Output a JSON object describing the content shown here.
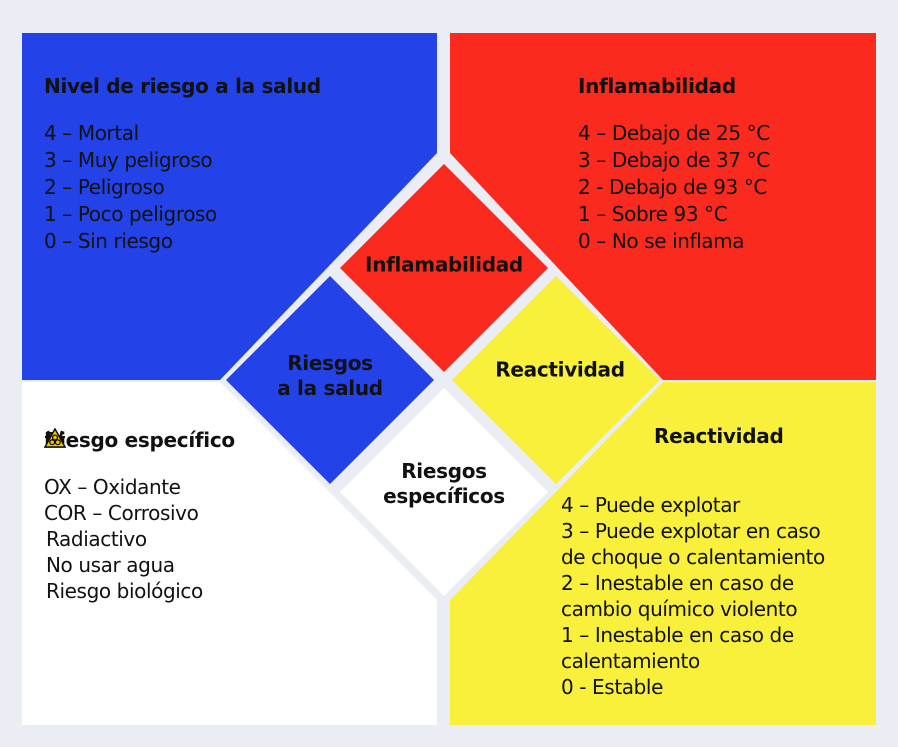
{
  "colors": {
    "background": "#ebedf5",
    "health": "#2342e8",
    "flammability": "#fa2a1f",
    "reactivity": "#f8f03a",
    "specific": "#ffffff",
    "icon_hazard": "#f6c800"
  },
  "panels": {
    "health": {
      "title": "Nivel de riesgo a la salud",
      "items": [
        "4 – Mortal",
        "3 – Muy peligroso",
        "2 – Peligroso",
        "1 – Poco peligroso",
        "0 – Sin riesgo"
      ]
    },
    "flammability": {
      "title": "Inflamabilidad",
      "items": [
        "4 – Debajo de 25 °C",
        "3 – Debajo de 37 °C",
        "2 - Debajo de 93 °C",
        "1 – Sobre 93 °C",
        "0 – No se inflama"
      ]
    },
    "specific": {
      "title": "Riesgo específico",
      "items": [
        {
          "icon": "radiation-icon",
          "text": "OX – Oxidante"
        },
        {
          "icon": "",
          "text": "COR – Corrosivo"
        },
        {
          "icon": "radiation-icon",
          "text": "Radiactivo"
        },
        {
          "icon": "no-water-icon",
          "text": "No usar agua"
        },
        {
          "icon": "biohazard-icon",
          "text": "Riesgo biológico"
        }
      ]
    },
    "reactivity": {
      "title": "Reactividad",
      "items": [
        "4 – Puede explotar",
        "3 – Puede explotar en caso",
        "de choque o calentamiento",
        "2 – Inestable en caso de",
        "cambio químico violento",
        "1 – Inestable en caso de",
        "calentamiento",
        "0 - Estable"
      ]
    }
  },
  "diamond": {
    "flammability": "Inflamabilidad",
    "health_line1": "Riesgos",
    "health_line2": "a la salud",
    "reactivity": "Reactividad",
    "specific_line1": "Riesgos",
    "specific_line2": "específicos"
  }
}
